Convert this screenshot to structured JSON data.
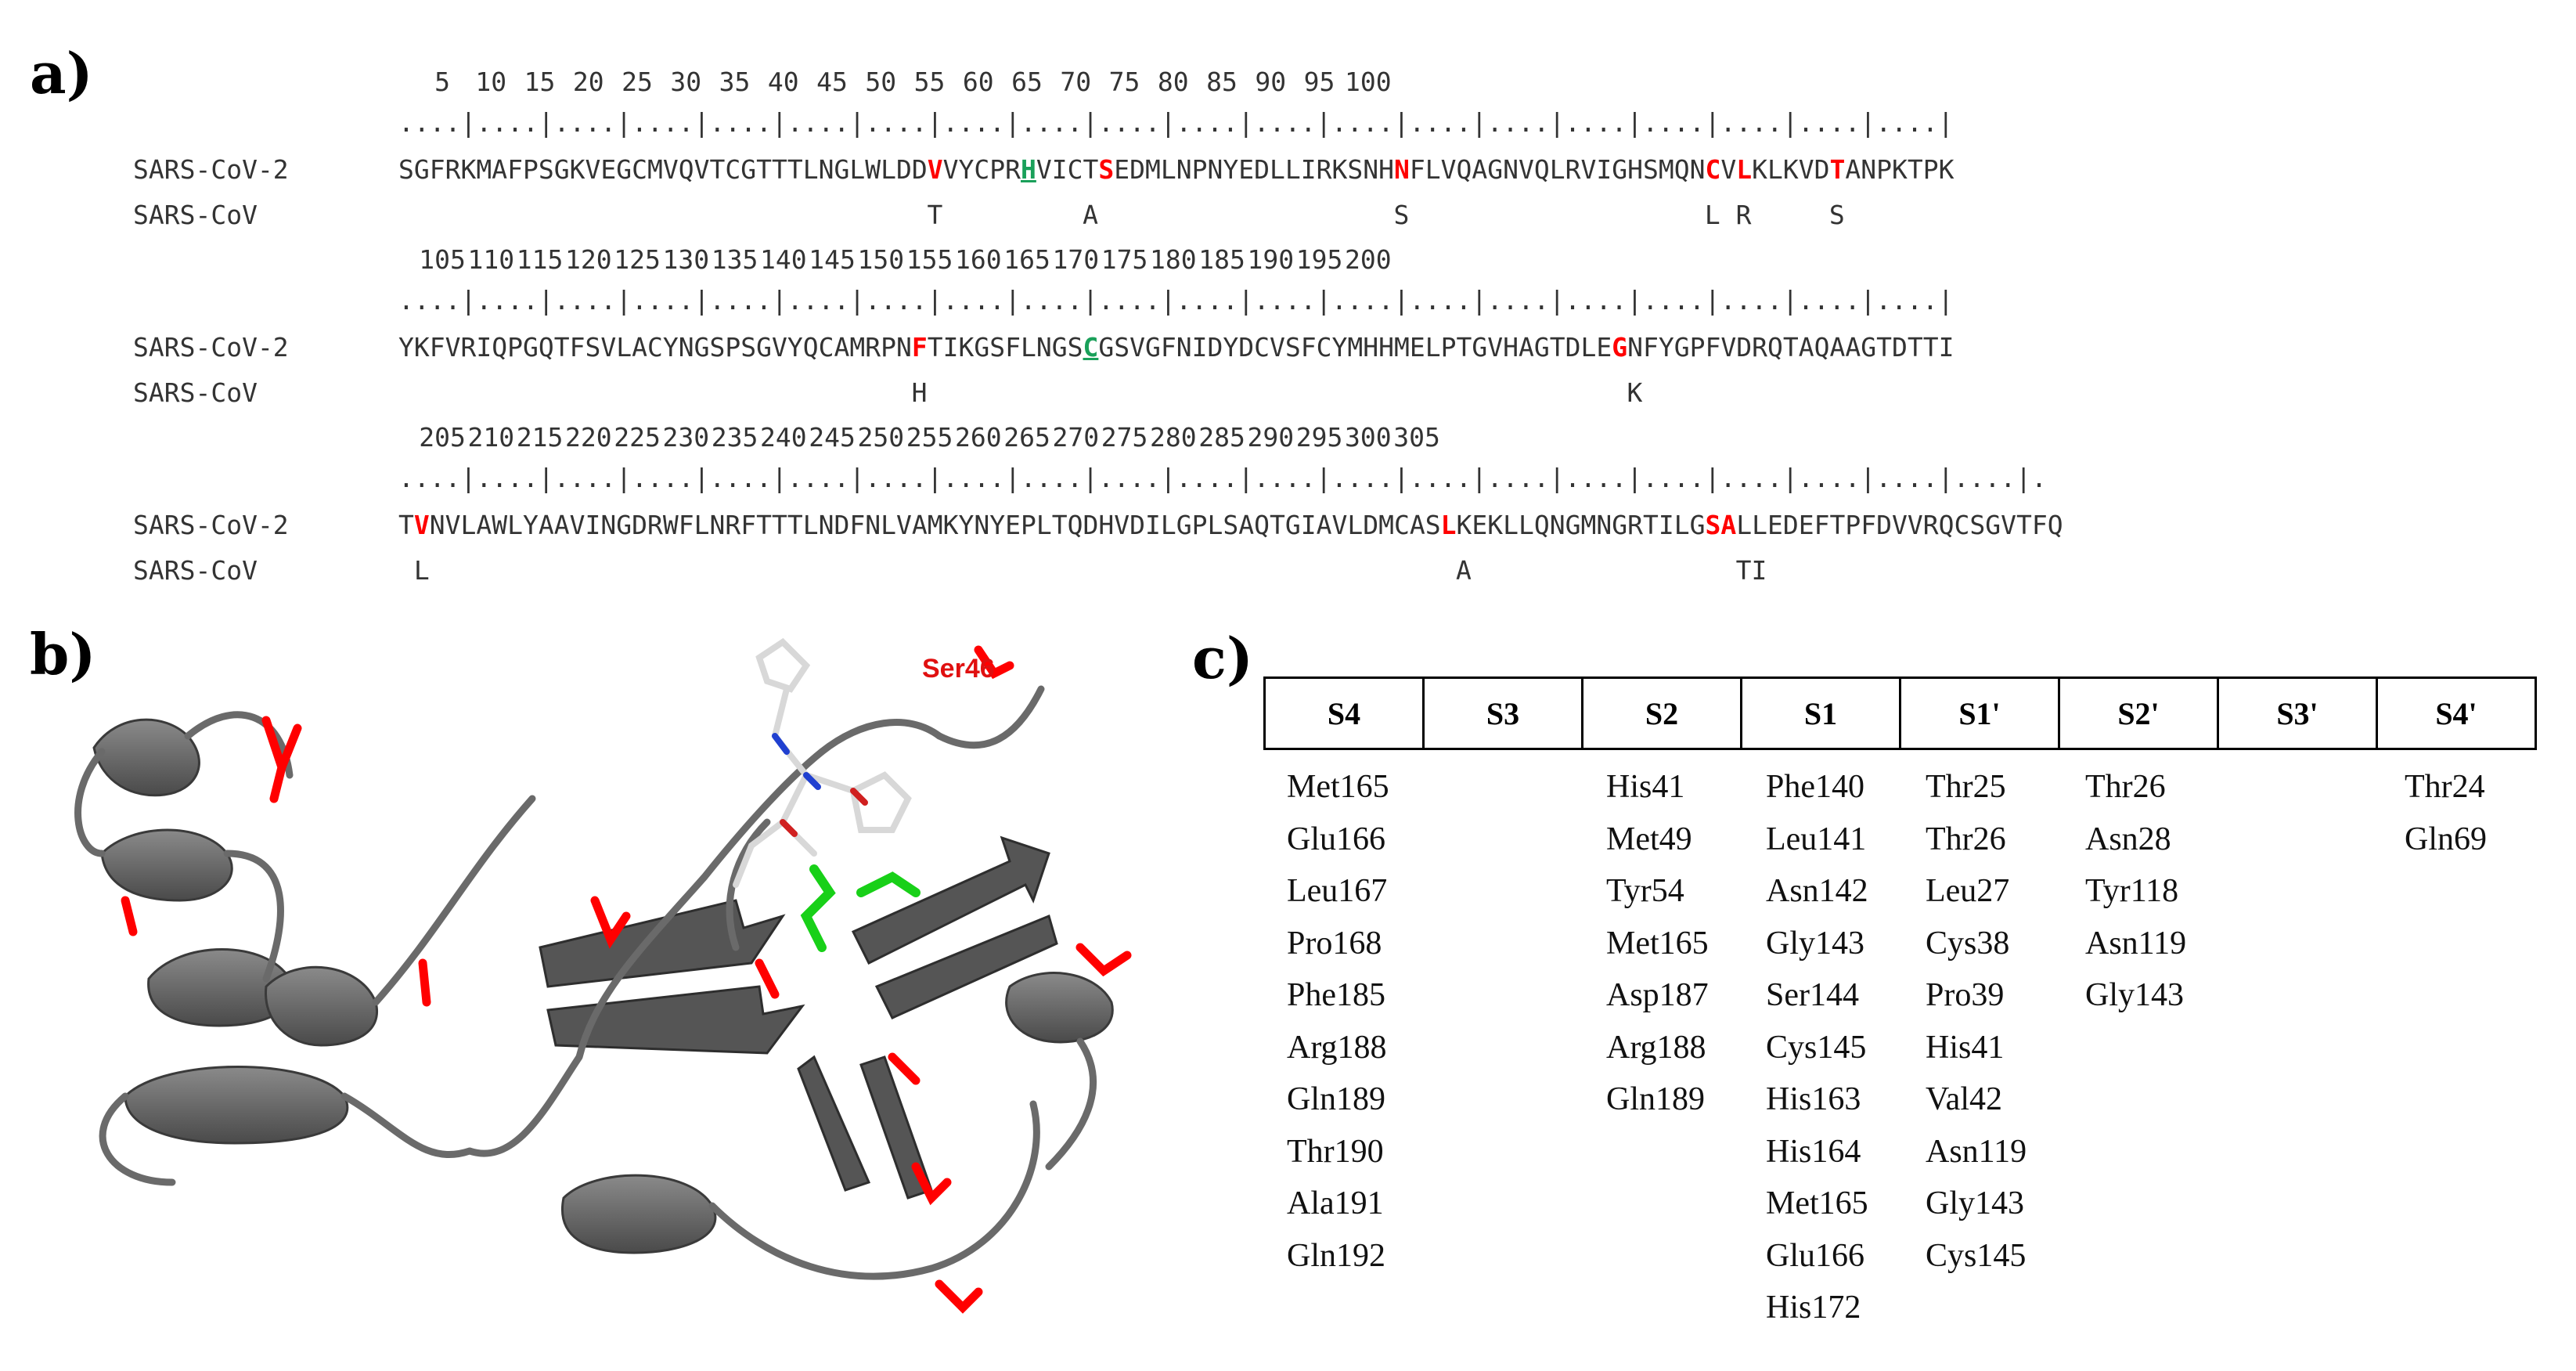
{
  "panels": {
    "a": "a)",
    "b": "b)",
    "c": "c)"
  },
  "alignment": {
    "seq_name_1": "SARS-CoV-2",
    "seq_name_2": "SARS-CoV",
    "blocks": [
      {
        "numbers": [
          "5",
          "10",
          "15",
          "20",
          "25",
          "30",
          "35",
          "40",
          "45",
          "50",
          "55",
          "60",
          "65",
          "70",
          "75",
          "80",
          "85",
          "90",
          "95",
          "100"
        ],
        "ticks": "....|....|....|....|....|....|....|....|....|....|....|....|....|....|....|....|....|....|....|....|",
        "cov2": "SGFRKMAFPSGKVEGCMVQVTCGTTTLNGLWLDDVVYCPRHVICTSEDMLNPNYEDLLIRKSNHNFLVQAGNVQLRVIGHSMQNCVLKLKVDTANPKTPK",
        "cov": "                                  T         A                   S                   L R     S       ",
        "red": [
          34,
          45,
          64,
          84,
          86,
          92
        ],
        "green": [
          40
        ]
      },
      {
        "numbers": [
          "105",
          "110",
          "115",
          "120",
          "125",
          "130",
          "135",
          "140",
          "145",
          "150",
          "155",
          "160",
          "165",
          "170",
          "175",
          "180",
          "185",
          "190",
          "195",
          "200"
        ],
        "ticks": "....|....|....|....|....|....|....|....|....|....|....|....|....|....|....|....|....|....|....|....|",
        "cov2": "YKFVRIQPGQTFSVLACYNGSPSGVYQCAMRPNFTIKGSFLNGSCGSVGFNIDYDCVSFCYMHHMELPTGVHAGTDLEGNFYGPFVDRQTAQAAGTDTTI",
        "cov": "                                 H                                             K                    ",
        "red": [
          33,
          78
        ],
        "green": [
          44
        ]
      },
      {
        "numbers": [
          "205",
          "210",
          "215",
          "220",
          "225",
          "230",
          "235",
          "240",
          "245",
          "250",
          "255",
          "260",
          "265",
          "270",
          "275",
          "280",
          "285",
          "290",
          "295",
          "300",
          "305"
        ],
        "ticks": "....|....|....|....|....|....|....|....|....|....|....|....|....|....|....|....|....|....|....|....|....|.",
        "cov2": "TVNVLAWLYAAVINGDRWFLNRFTTTLNDFNLVAMKYNYEPLTQDHVDILGPLSAQTGIAVLDMCASLKEKLLQNGMNGRTILGSALLEDEFTPFDVVRQCSGVTFQ",
        "cov": " L                                                                  A                 TI                    ",
        "red": [
          1,
          67,
          84,
          85
        ],
        "green": []
      }
    ]
  },
  "structure": {
    "label_ser46": "Ser46",
    "colors": {
      "helix": "#6e6e6e",
      "mutation": "#ff0000",
      "catalytic": "#18d018",
      "ligand": "#d8d8d8"
    }
  },
  "table_c": {
    "headers": [
      "S4",
      "S3",
      "S2",
      "S1",
      "S1'",
      "S2'",
      "S3'",
      "S4'"
    ],
    "columns": [
      [
        "Met165",
        "Glu166",
        "Leu167",
        "Pro168",
        "Phe185",
        "Arg188",
        "Gln189",
        "Thr190",
        "Ala191",
        "Gln192"
      ],
      [],
      [
        "His41",
        "Met49",
        "Tyr54",
        "Met165",
        "Asp187",
        "Arg188",
        "Gln189"
      ],
      [
        "Phe140",
        "Leu141",
        "Asn142",
        "Gly143",
        "Ser144",
        "Cys145",
        "His163",
        "His164",
        "Met165",
        "Glu166",
        "His172"
      ],
      [
        "Thr25",
        "Thr26",
        "Leu27",
        "Cys38",
        "Pro39",
        "His41",
        "Val42",
        "Asn119",
        "Gly143",
        "Cys145"
      ],
      [
        "Thr26",
        "Asn28",
        "Tyr118",
        "Asn119",
        "Gly143"
      ],
      [],
      [
        "Thr24",
        "Gln69"
      ]
    ]
  }
}
